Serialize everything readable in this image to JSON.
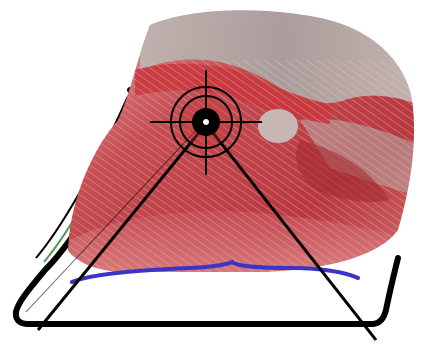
{
  "figure": {
    "kind": "anatomical-diagram",
    "subject": "muscle",
    "overlay": {
      "target-marker": "crosshair-with-concentric-rings",
      "guide": "triangle"
    },
    "colors": {
      "background": "#ffffff",
      "frame_outline": "#000000",
      "frame_inner_highlight": "#2e8b2e",
      "muscle_dark": "#b8383e",
      "muscle_mid": "#d76a6a",
      "muscle_light": "#e8a2a2",
      "tissue_gray": "#a9a6a4",
      "base_line": "#3b34c8",
      "ring_fill": "#c33a3a",
      "ring_center": "#000000"
    }
  }
}
